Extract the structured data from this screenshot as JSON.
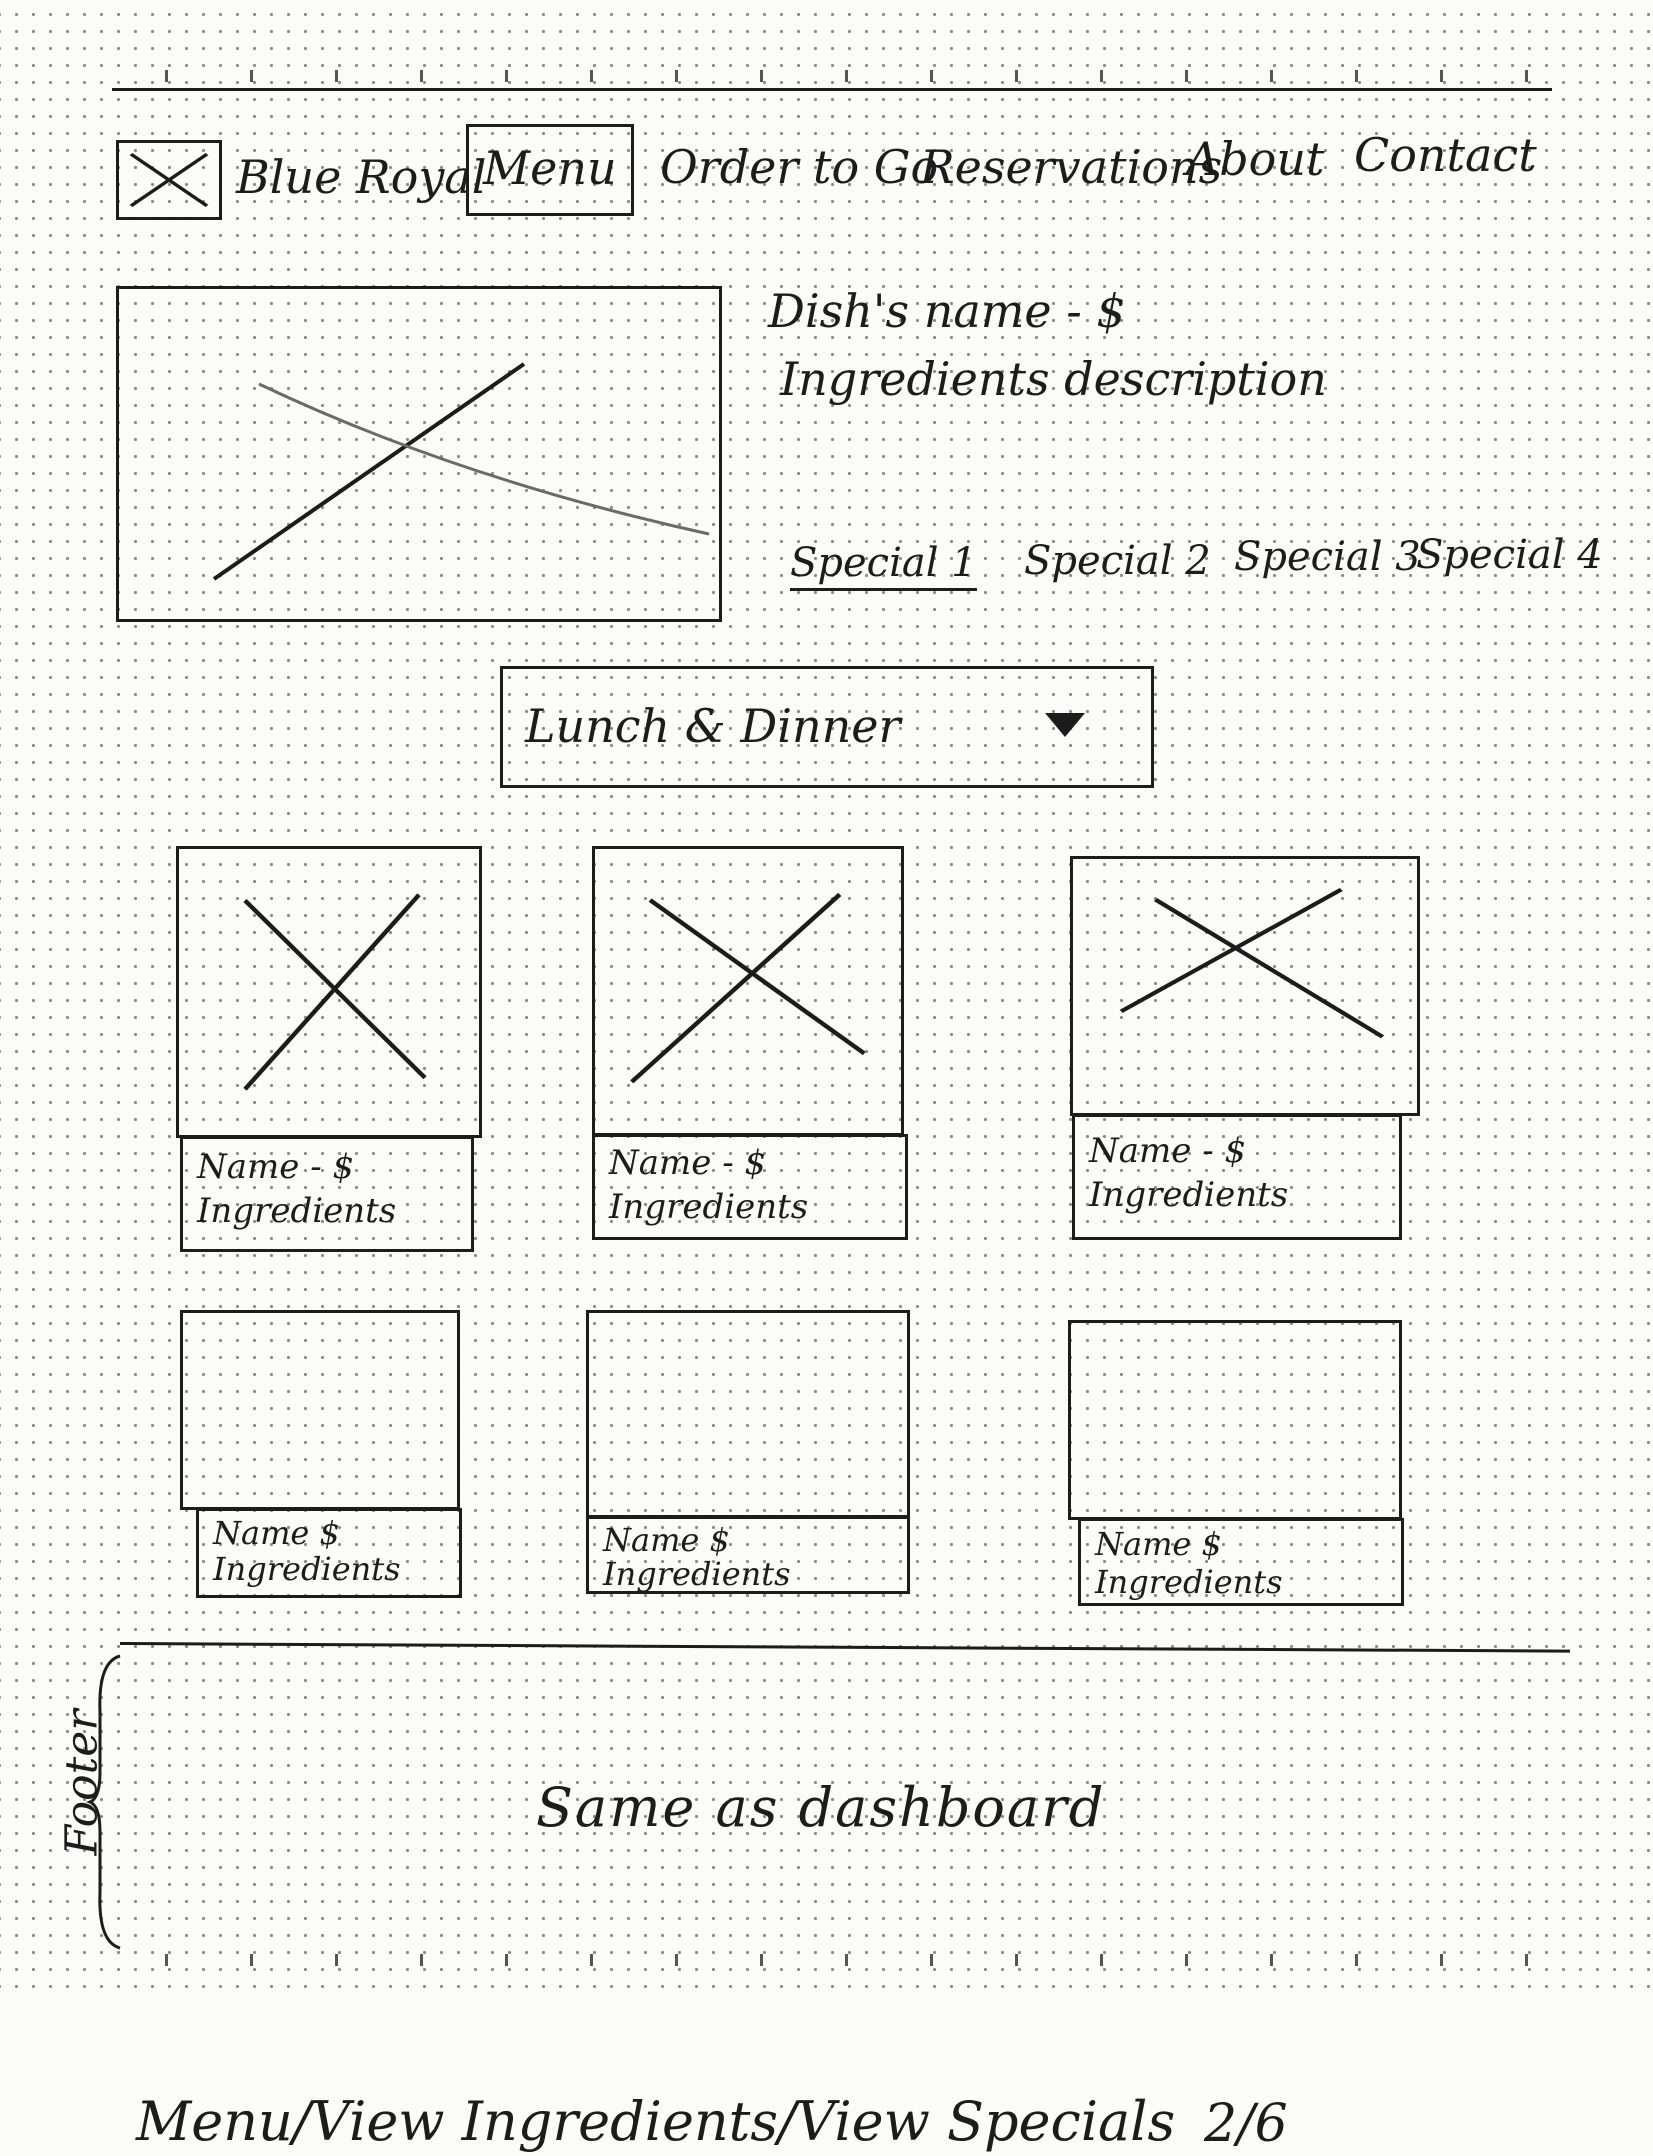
{
  "header": {
    "brand": "Blue Royal",
    "nav": [
      "Menu",
      "Order to Go",
      "Reservations",
      "About",
      "Contact"
    ]
  },
  "featured": {
    "title": "Dish's name - $",
    "description": "Ingredients description",
    "specials": [
      "Special 1",
      "Special 2",
      "Special 3",
      "Special 4"
    ]
  },
  "menu_select": {
    "value": "Lunch & Dinner"
  },
  "cards_row1": [
    {
      "name": "Name - $",
      "ingredients": "Ingredients"
    },
    {
      "name": "Name - $",
      "ingredients": "Ingredients"
    },
    {
      "name": "Name - $",
      "ingredients": "Ingredients"
    }
  ],
  "cards_row2": [
    {
      "name": "Name $",
      "ingredients": "Ingredients"
    },
    {
      "name": "Name $",
      "ingredients": "Ingredients"
    },
    {
      "name": "Name $",
      "ingredients": "Ingredients"
    }
  ],
  "footer": {
    "label": "Footer",
    "text": "Same as dashboard"
  },
  "caption": {
    "text": "Menu/View Ingredients/View Specials",
    "page": "2/6"
  }
}
